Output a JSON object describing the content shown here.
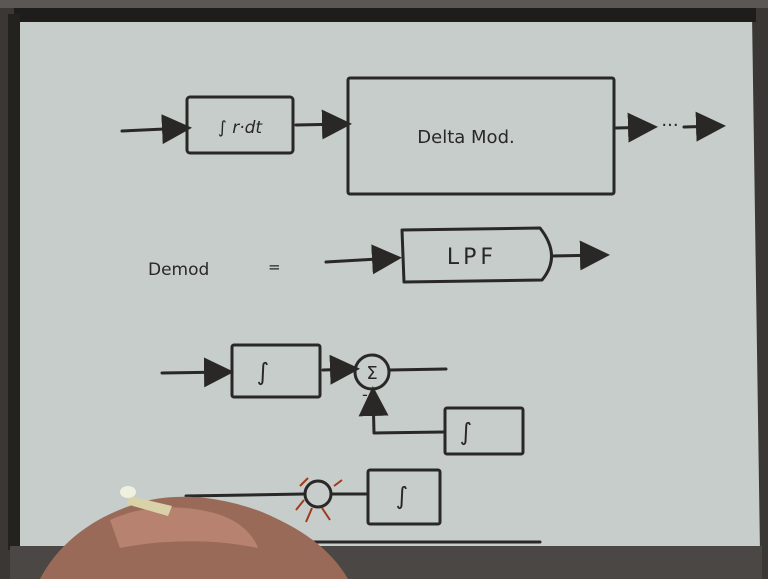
{
  "diagram": {
    "integrator_top": "∫ r·dt",
    "delta_mod": "Delta Mod.",
    "output_dots": "···",
    "demod_label": "Demod",
    "demod_to": "=",
    "lpf": "LPF",
    "integ_left": "∫",
    "summer": "Σ",
    "summer_minus": "-",
    "integ_feedback": "∫",
    "integ_bottom": "∫"
  },
  "colors": {
    "board": "#c6cdcb",
    "ink": "#2a2826",
    "frame": "#1f1d1b"
  }
}
